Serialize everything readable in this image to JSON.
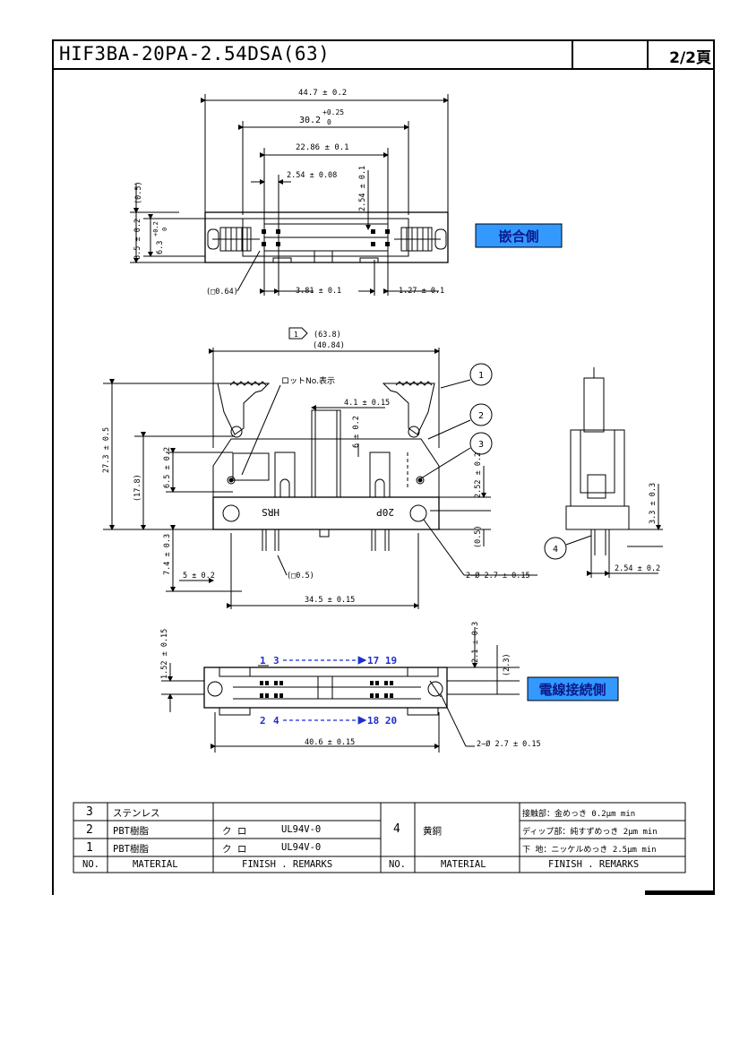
{
  "header": {
    "title": "HIF3BA-20PA-2.54DSA(63)",
    "page": "2/2頁"
  },
  "views": {
    "top": {
      "label": "嵌合側",
      "dims": {
        "overall": "44.7 ± 0.2",
        "body_main": "30.2",
        "body_tol_upper": "+0.25",
        "body_tol_lower": "0",
        "pin_span": "22.86 ± 0.1",
        "pitch": "2.54 ± 0.08",
        "row_pitch": "2.54 ± 0.1",
        "ref_05": "(0.5)",
        "height": "8.5 ± 0.2",
        "inner_h_main": "6.3",
        "inner_h_tol": "+0.2",
        "inner_h_tol2": "0",
        "pin_sq": "(□0.64)",
        "key_w": "3.81 ± 0.1",
        "key_off": "1.27 ± 0.1"
      }
    },
    "front": {
      "lot_label": "ロットNo.表示",
      "ref_63_8": "(63.8)",
      "ref_40_84": "(40.84)",
      "flag": "1",
      "callouts": [
        "1",
        "2",
        "3"
      ],
      "dims": {
        "d_4_1": "4.1 ± 0.15",
        "d_6": "6 ± 0.2",
        "d_27_3": "27.3 ± 0.5",
        "d_17_8": "(17.8)",
        "d_6_5": "6.5 ± 0.2",
        "d_2_52": "2.52 ± 0.2",
        "d_05": "(0.5)",
        "d_7_4": "7.4 ± 0.3",
        "d_5": "5 ± 0.2",
        "d_sq05": "(□0.5)",
        "d_holes": "2−Ø 2.7 ± 0.15",
        "d_34_5": "34.5 ± 0.15"
      },
      "mark_hrs": "HRS",
      "mark_20p": "20P"
    },
    "side": {
      "callout": "4",
      "d_3_3": "3.3 ± 0.3",
      "d_2_54": "2.54 ± 0.2"
    },
    "bottom": {
      "label": "電線接続側",
      "seq_top_a": "1",
      "seq_top_b": "3",
      "seq_top_end": "17 19",
      "seq_bot_a": "2",
      "seq_bot_b": "4",
      "seq_bot_end": "18 20",
      "d_1_52": "1.52 ± 0.15",
      "d_2_1": "2.1 ± 0.3",
      "d_2_3": "(2.3)",
      "d_40_6": "40.6 ± 0.15",
      "d_holes": "2−Ø 2.7 ± 0.15"
    }
  },
  "parts_table": {
    "left_rows": [
      {
        "no": "3",
        "material": "ステンレス",
        "finish": "",
        "remarks": ""
      },
      {
        "no": "2",
        "material": "PBT樹脂",
        "finish": "ク ロ",
        "remarks": "UL94V-0"
      },
      {
        "no": "1",
        "material": "PBT樹脂",
        "finish": "ク ロ",
        "remarks": "UL94V-0"
      }
    ],
    "right_no": "4",
    "right_material": "黄銅",
    "right_finishes": [
      "接触部：金めっき 0.2μm min",
      "ディップ部：純すずめっき 2μm min",
      "下 地：ニッケルめっき 2.5μm min"
    ],
    "headers": {
      "no": "NO.",
      "material": "MATERIAL",
      "finish": "FINISH . REMARKS",
      "no2": "NO.",
      "material2": "MATERIAL",
      "finish2": "FINISH . REMARKS"
    }
  },
  "colors": {
    "label_bg": "#3399ff",
    "label_text": "#0a1a8c",
    "arrow_blue": "#1f2fd0"
  }
}
